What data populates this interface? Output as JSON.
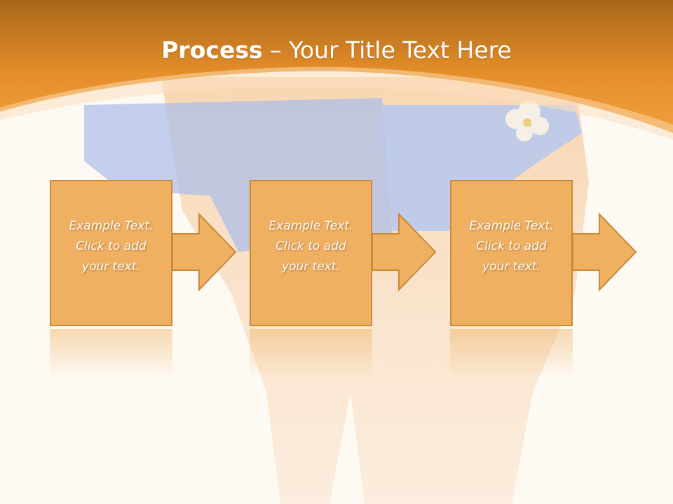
{
  "title": {
    "bold": "Process",
    "rest": " – Your Title Text Here"
  },
  "steps": [
    {
      "line1": "Example Text.",
      "line2": "Click  to add",
      "line3": "your text."
    },
    {
      "line1": "Example Text.",
      "line2": "Click  to add",
      "line3": "your text."
    },
    {
      "line1": "Example Text.",
      "line2": "Click  to add",
      "line3": "your text."
    }
  ],
  "colors": {
    "header_orange": "#e8952e",
    "step_fill": "#f0b062",
    "step_border": "#c98a3c",
    "background": "#fdf9f3"
  }
}
